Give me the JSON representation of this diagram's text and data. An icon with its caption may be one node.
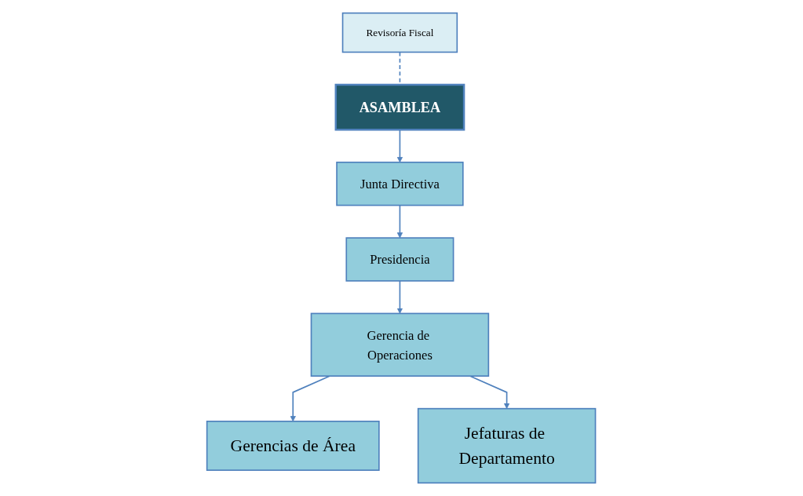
{
  "diagram": {
    "nodes": [
      {
        "text": [
          "ASAMBLEA"
        ]
      },
      {
        "text": [
          "Revisoría Fiscal"
        ]
      },
      {
        "text": [
          "Junta Directiva"
        ]
      },
      {
        "text": [
          "Presidencia"
        ]
      },
      {
        "text": [
          "Gerencia de Operaciones"
        ]
      },
      {
        "text": [
          "Gerencias de Área"
        ]
      },
      {
        "text": [
          "Jefaturas de Departamento"
        ]
      }
    ],
    "edges": [
      {
        "from": 0,
        "to": 2,
        "arrow": "to"
      },
      {
        "from": 1,
        "to": 0,
        "arrow": "none",
        "style": "dashed"
      },
      {
        "from": 2,
        "to": 3,
        "arrow": "to"
      },
      {
        "from": 3,
        "to": 4,
        "arrow": "to"
      },
      {
        "from": 4,
        "to": 5,
        "arrow": "to"
      },
      {
        "from": 4,
        "to": 6,
        "arrow": "to"
      }
    ]
  }
}
